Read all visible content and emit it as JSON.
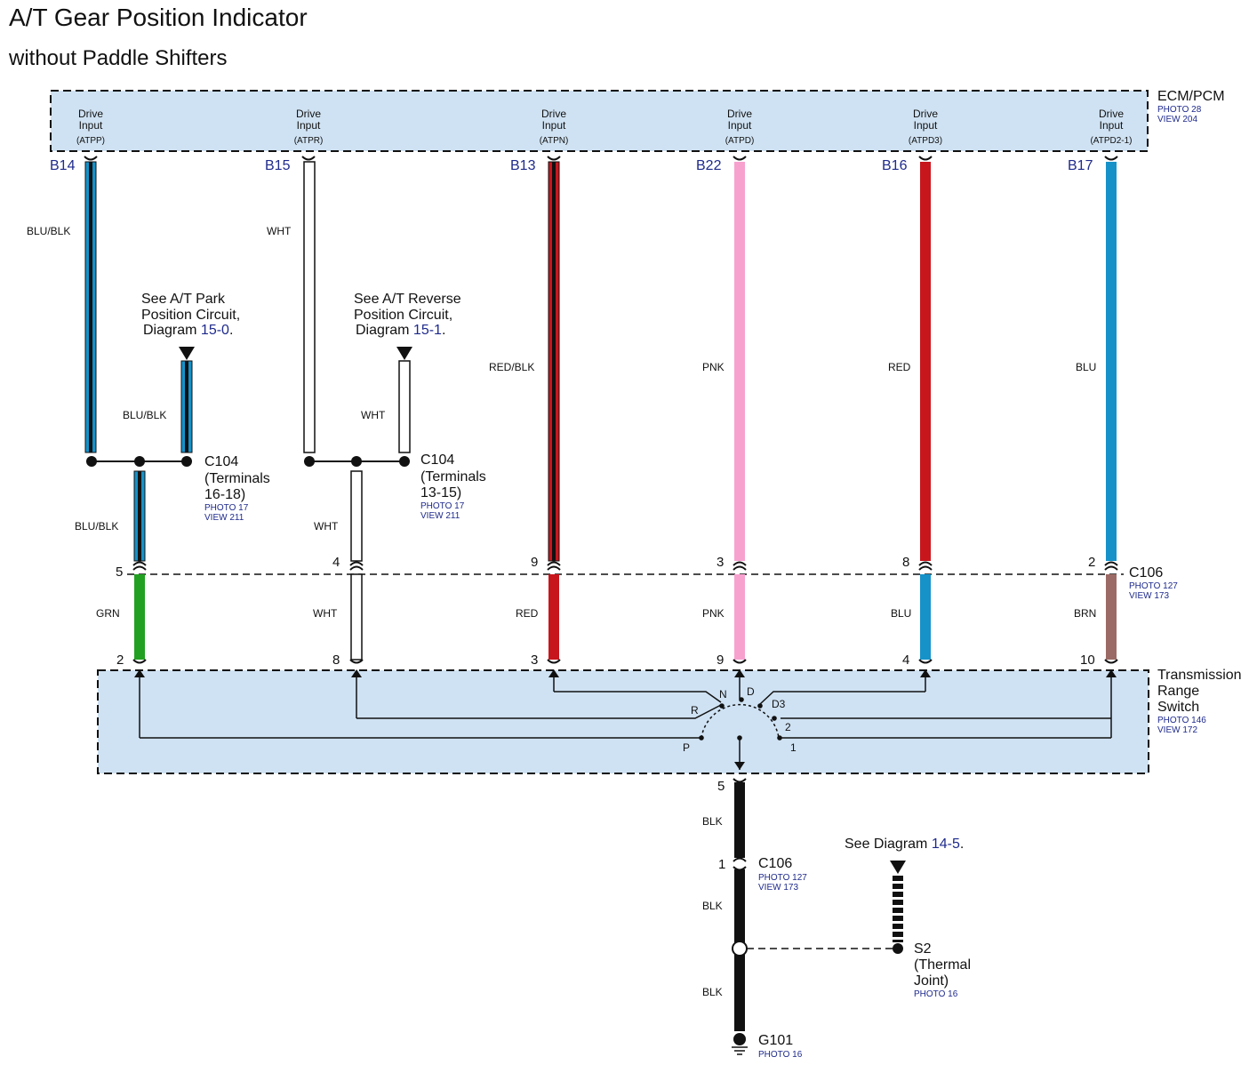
{
  "title": "A/T Gear Position Indicator",
  "subtitle": "without Paddle Shifters",
  "colors": {
    "box_fill": "#cfe2f3",
    "BLU": "#1692c9",
    "BLK": "#111111",
    "RED": "#c8161d",
    "PNK": "#f7a1cf",
    "GRN": "#22a022",
    "BRN": "#9c6a66",
    "WHT": "#ffffff"
  },
  "ecm": {
    "name": "ECM/PCM",
    "photo": "PHOTO 28",
    "view": "VIEW 204",
    "drive": "Drive",
    "input": "Input",
    "pins": [
      {
        "pin": "B14",
        "signal": "(ATPP)",
        "wire": "BLU/BLK"
      },
      {
        "pin": "B15",
        "signal": "(ATPR)",
        "wire": "WHT"
      },
      {
        "pin": "B13",
        "signal": "(ATPN)",
        "wire": "RED/BLK"
      },
      {
        "pin": "B22",
        "signal": "(ATPD)",
        "wire": "PNK"
      },
      {
        "pin": "B16",
        "signal": "(ATPD3)",
        "wire": "RED"
      },
      {
        "pin": "B17",
        "signal": "(ATPD2-1)",
        "wire": "BLU"
      }
    ]
  },
  "ref_park": {
    "line1": "See A/T Park",
    "line2": "Position Circuit,",
    "line3": "Diagram",
    "link": "15-0",
    "dot": ".",
    "wire": "BLU/BLK"
  },
  "ref_reverse": {
    "line1": "See A/T Reverse",
    "line2": "Position Circuit,",
    "line3": "Diagram",
    "link": "15-1",
    "dot": ".",
    "wire": "WHT"
  },
  "c104_a": {
    "name": "C104",
    "line2": "(Terminals",
    "line3": "16-18)",
    "photo": "PHOTO 17",
    "view": "VIEW 211",
    "wire_below": "BLU/BLK"
  },
  "c104_b": {
    "name": "C104",
    "line2": "(Terminals",
    "line3": "13-15)",
    "photo": "PHOTO 17",
    "view": "VIEW 211",
    "wire_below": "WHT"
  },
  "c106": {
    "name": "C106",
    "photo": "PHOTO 127",
    "view": "VIEW 173",
    "pins_top": [
      "5",
      "4",
      "9",
      "3",
      "8",
      "2"
    ],
    "wires_below": [
      "GRN",
      "WHT",
      "RED",
      "PNK",
      "BLU",
      "BRN"
    ]
  },
  "trs": {
    "name_line1": "Transmission",
    "name_line2": "Range",
    "name_line3": "Switch",
    "photo": "PHOTO 146",
    "view": "VIEW 172",
    "pins_top": [
      "2",
      "8",
      "3",
      "9",
      "4",
      "10"
    ],
    "positions": [
      "P",
      "R",
      "N",
      "D",
      "D3",
      "2",
      "1"
    ],
    "ground_pin": "5"
  },
  "ground": {
    "wire1": "BLK",
    "c106_pin": "1",
    "c106_name": "C106",
    "c106_photo": "PHOTO 127",
    "c106_view": "VIEW 173",
    "wire2": "BLK",
    "wire3": "BLK",
    "see_text": "See Diagram",
    "see_link": "14-5",
    "see_dot": ".",
    "s2_name": "S2",
    "s2_line2": "(Thermal",
    "s2_line3": "Joint)",
    "s2_photo": "PHOTO 16",
    "g_name": "G101",
    "g_photo": "PHOTO 16"
  }
}
